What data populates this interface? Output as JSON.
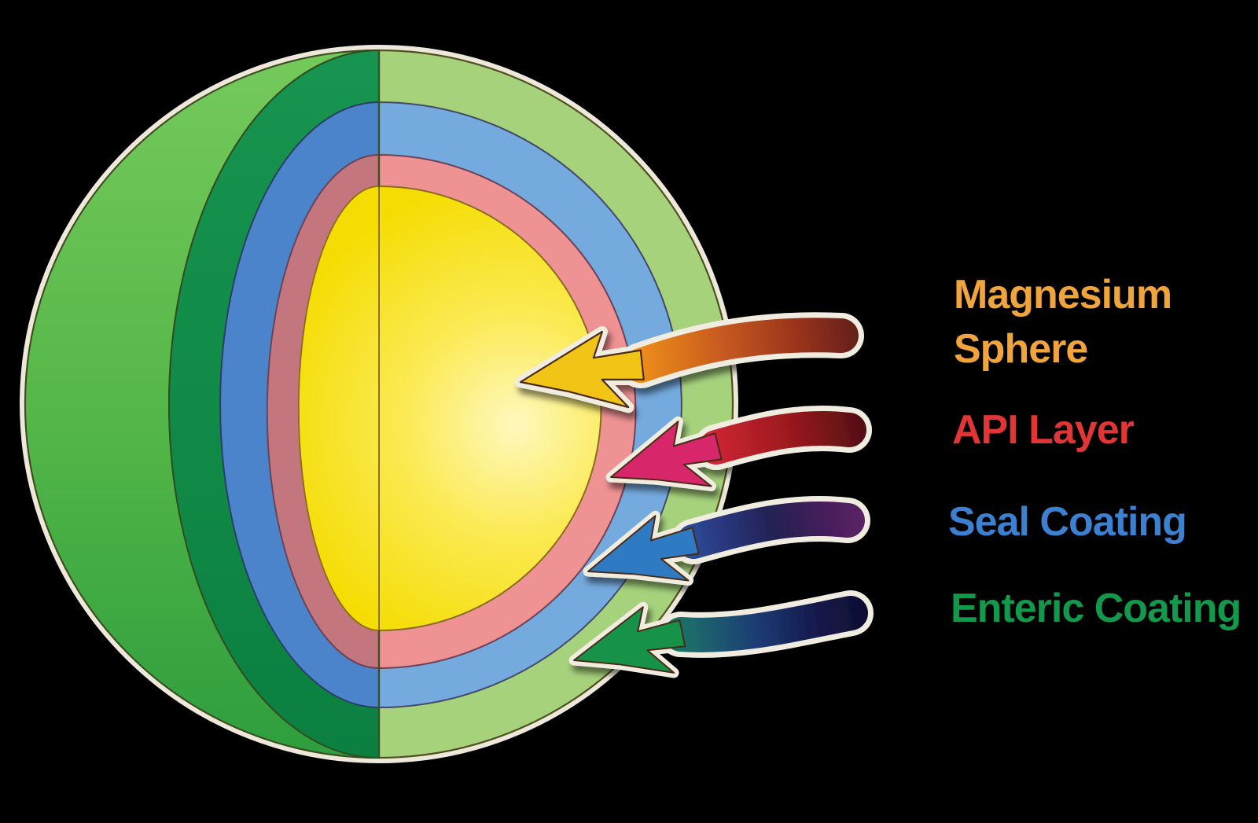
{
  "background": {
    "color": "#000000"
  },
  "diagram": {
    "type": "cutaway-sphere",
    "description": "Cross-section of a coated magnesium pellet with labeled layers",
    "layers": [
      {
        "label": "Magnesium Sphere",
        "label_color": "#F0A43C",
        "fill": "#F8E23B",
        "cut_face_fill": "#F5DD04",
        "arrow_head_color": "#F2C418"
      },
      {
        "label": "API Layer",
        "label_color": "#E23536",
        "fill": "#EF9293",
        "cut_face_fill": "#C3767D",
        "arrow_head_color": "#D8266B"
      },
      {
        "label": "Seal Coating",
        "label_color": "#3C80D2",
        "fill": "#74AADE",
        "cut_face_fill": "#4C84CC",
        "arrow_head_color": "#2E7AC3"
      },
      {
        "label": "Enteric Coating",
        "label_color": "#12994C",
        "fill": "#A6D27C",
        "cut_face_fill": "#12914D",
        "arrow_head_color": "#149348"
      }
    ],
    "outer_surface_color": "#55B748",
    "outline_color": "#4E501F",
    "halo_color": "#F0ECE0"
  }
}
